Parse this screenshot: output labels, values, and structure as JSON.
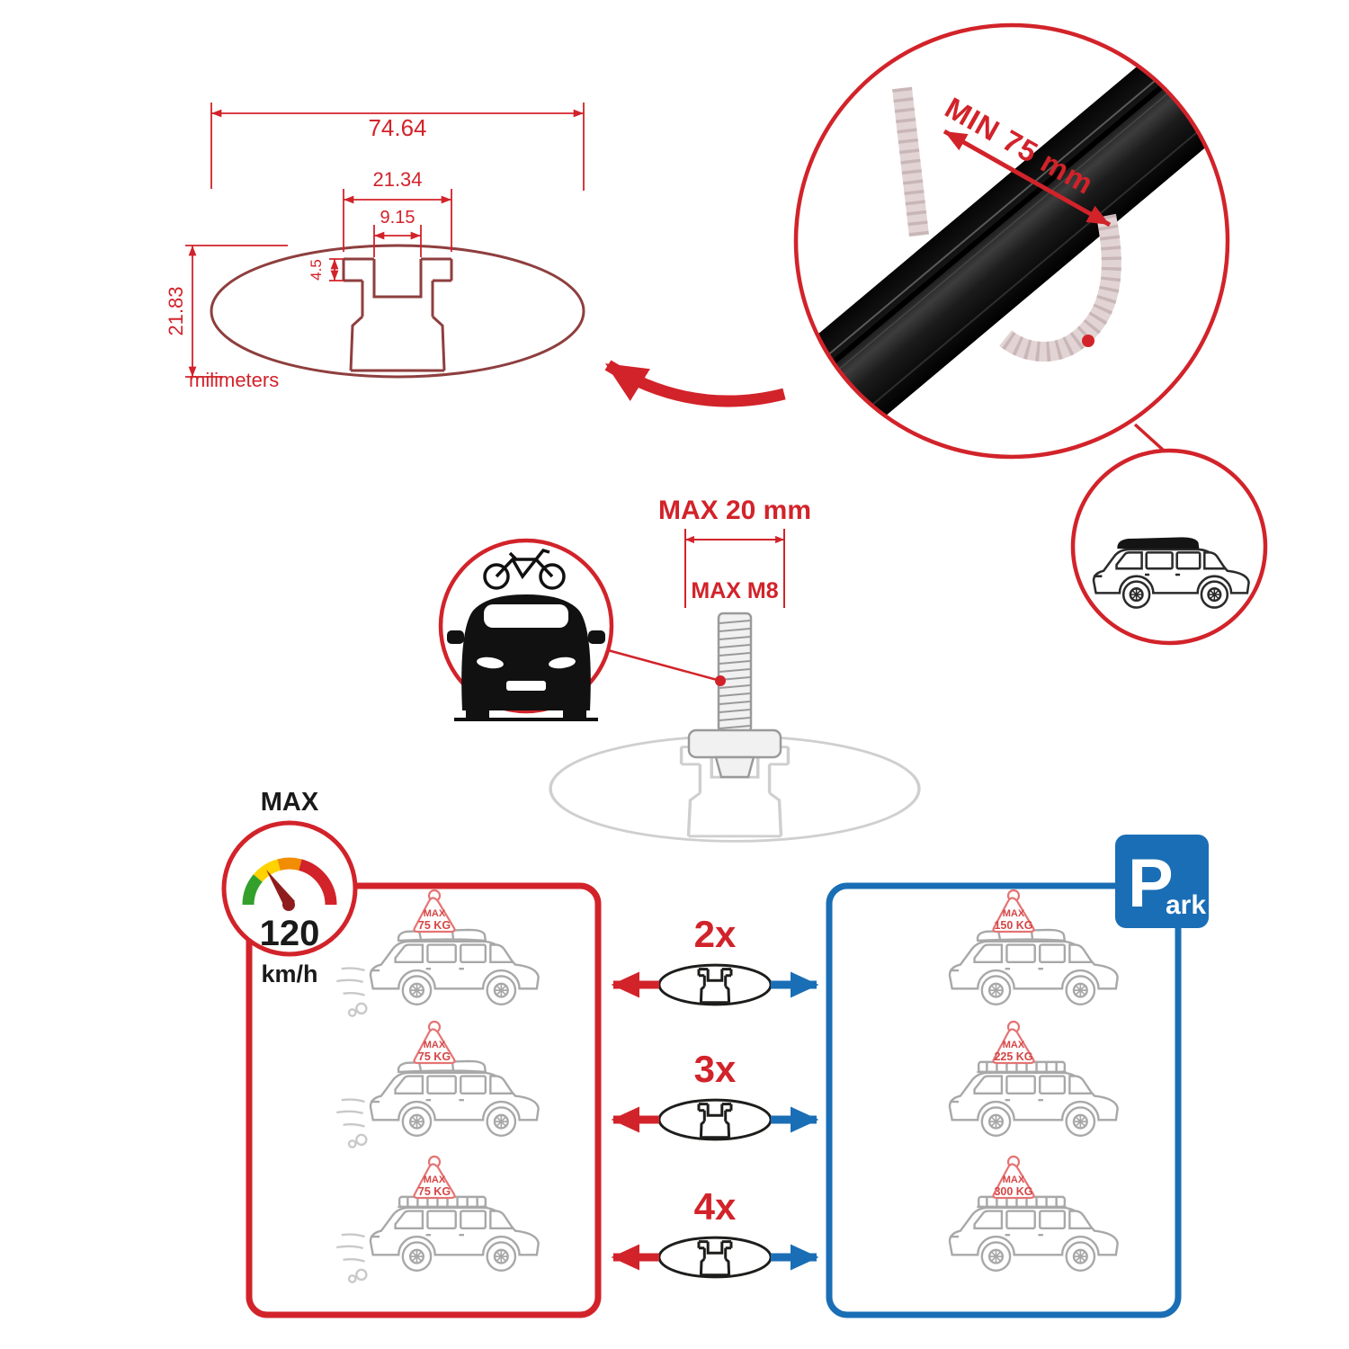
{
  "colors": {
    "red": "#d2232a",
    "blue": "#1a6eb5",
    "black": "#1a1a1a",
    "grey_line": "#a8a8a8"
  },
  "technical_drawing": {
    "width_total": "74.64",
    "plateau_width": "21.34",
    "slot_width": "9.15",
    "step_depth": "4.5",
    "height_total": "21.83",
    "unit": "milimeters"
  },
  "bar_detail": {
    "min_clamp_span": "MIN 75 mm"
  },
  "bolt_detail": {
    "max_width": "MAX 20 mm",
    "max_thread": "MAX M8"
  },
  "speed_limit": {
    "label": "MAX",
    "value": "120",
    "unit": "km/h"
  },
  "park_sign": {
    "letter": "P",
    "suffix": "ark"
  },
  "left_panel": {
    "cars": [
      {
        "tag_label": "MAX",
        "tag_value": "75 KG"
      },
      {
        "tag_label": "MAX",
        "tag_value": "75 KG"
      },
      {
        "tag_label": "MAX",
        "tag_value": "75 KG"
      }
    ]
  },
  "crossbar_options": {
    "rows": [
      {
        "count": "2x"
      },
      {
        "count": "3x"
      },
      {
        "count": "4x"
      }
    ]
  },
  "right_panel": {
    "cars": [
      {
        "tag_label": "MAX",
        "tag_value": "150 KG"
      },
      {
        "tag_label": "MAX",
        "tag_value": "225 KG"
      },
      {
        "tag_label": "MAX",
        "tag_value": "300 KG"
      }
    ]
  }
}
